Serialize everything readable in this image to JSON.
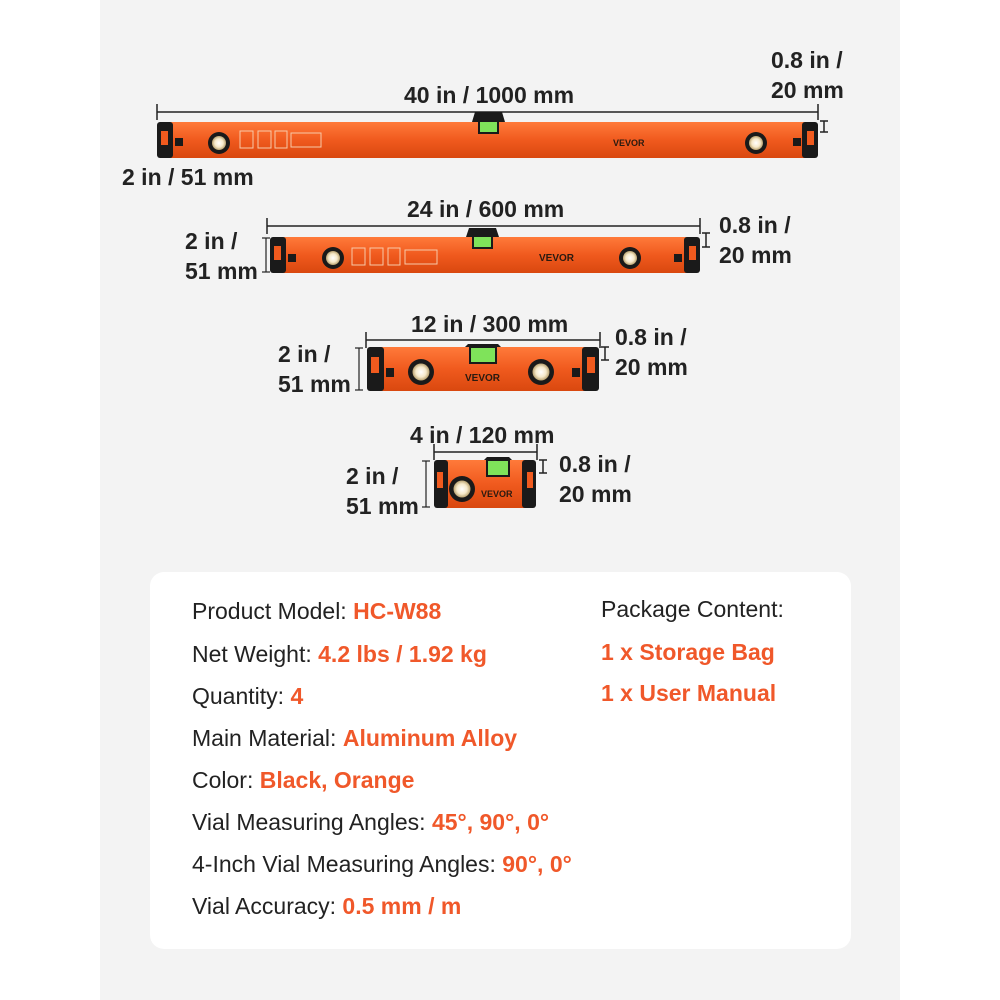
{
  "colors": {
    "accent": "#f0582a",
    "level_body": "#f05a1e",
    "level_cap": "#1a1a1a",
    "vial": "#7fe35a",
    "text": "#222222"
  },
  "levels": [
    {
      "length": "40 in / 1000 mm",
      "height_line1": "2 in / 51 mm",
      "thickness_line1": "0.8 in /",
      "thickness_line2": "20 mm",
      "brand": "VEVOR"
    },
    {
      "length": "24 in / 600 mm",
      "height_line1": "2 in /",
      "height_line2": "51 mm",
      "thickness_line1": "0.8 in /",
      "thickness_line2": "20 mm",
      "brand": "VEVOR"
    },
    {
      "length": "12 in / 300 mm",
      "height_line1": "2 in /",
      "height_line2": "51 mm",
      "thickness_line1": "0.8 in /",
      "thickness_line2": "20 mm",
      "brand": "VEVOR"
    },
    {
      "length": "4 in / 120 mm",
      "height_line1": "2 in /",
      "height_line2": "51 mm",
      "thickness_line1": "0.8 in /",
      "thickness_line2": "20 mm",
      "brand": "VEVOR"
    }
  ],
  "specs": [
    {
      "label": "Product Model: ",
      "value": "HC-W88"
    },
    {
      "label": "Net Weight: ",
      "value": "4.2 lbs / 1.92 kg"
    },
    {
      "label": "Quantity: ",
      "value": "4"
    },
    {
      "label": "Main Material: ",
      "value": "Aluminum Alloy"
    },
    {
      "label": "Color: ",
      "value": "Black, Orange"
    },
    {
      "label": "Vial Measuring Angles: ",
      "value": "45°, 90°, 0°"
    },
    {
      "label": "4-Inch Vial Measuring Angles: ",
      "value": "90°, 0°"
    },
    {
      "label": "Vial Accuracy: ",
      "value": "0.5 mm / m"
    }
  ],
  "package": {
    "title": "Package Content:",
    "items": [
      "1 x Storage Bag",
      "1 x User Manual"
    ]
  }
}
